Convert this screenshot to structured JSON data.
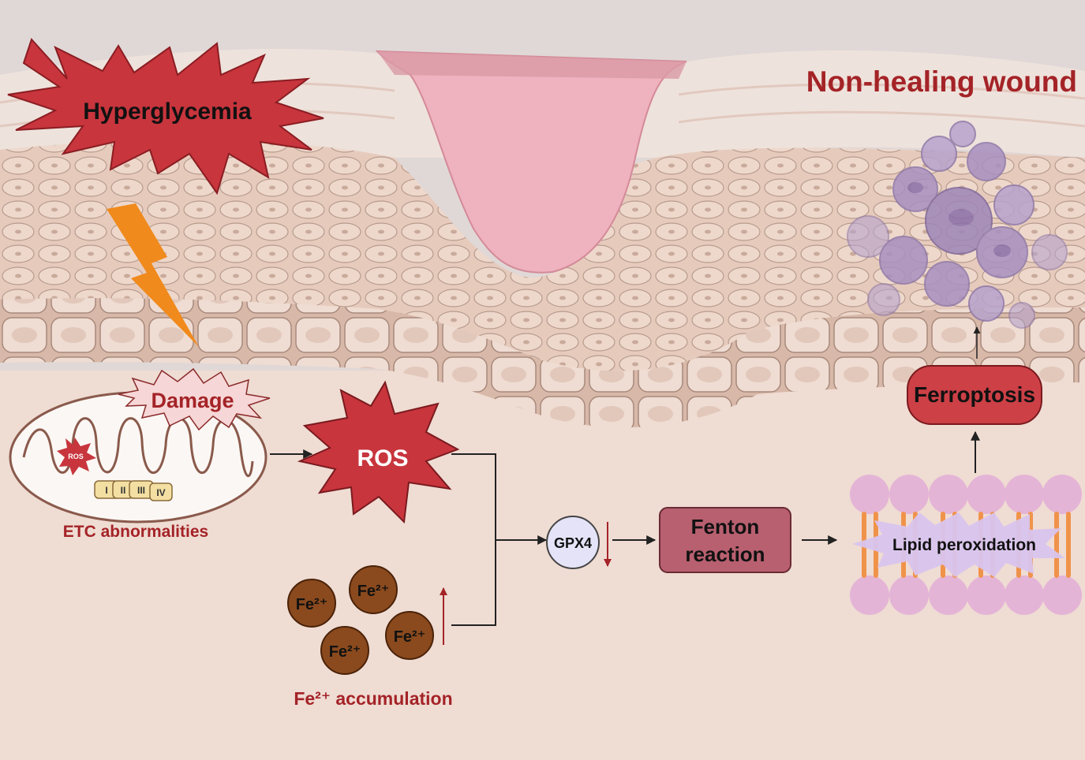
{
  "labels": {
    "title": "Non-healing wound",
    "hyperglycemia": "Hyperglycemia",
    "damage": "Damage",
    "ros_small": "ROS",
    "etc_abnormalities": "ETC abnormalities",
    "ros": "ROS",
    "gpx4": "GPX4",
    "fenton_line1": "Fenton",
    "fenton_line2": "reaction",
    "lipid_peroxidation": "Lipid peroxidation",
    "ferroptosis": "Ferroptosis",
    "fe_accumulation": "Fe²⁺ accumulation"
  },
  "complexes": [
    "I",
    "II",
    "III",
    "IV"
  ],
  "fe_ions": [
    "Fe²⁺",
    "Fe²⁺",
    "Fe²⁺",
    "Fe²⁺"
  ],
  "colors": {
    "accent_red": "#a42327",
    "burst_red": "#c8353d",
    "lightning": "#f08a1c",
    "skin": "#e8cdbf",
    "dermis": "#efdcd3",
    "wound_pink": "#f1b5c0",
    "lipid_head": "#e4b4d6",
    "lipid_tail": "#f0934a",
    "fenton_box": "#b86070",
    "ferroptosis_box": "#cc4046",
    "gpx4_fill": "#e4e3f7",
    "iron": "#8a4a1e",
    "dying_cell": "#9e86b8"
  }
}
